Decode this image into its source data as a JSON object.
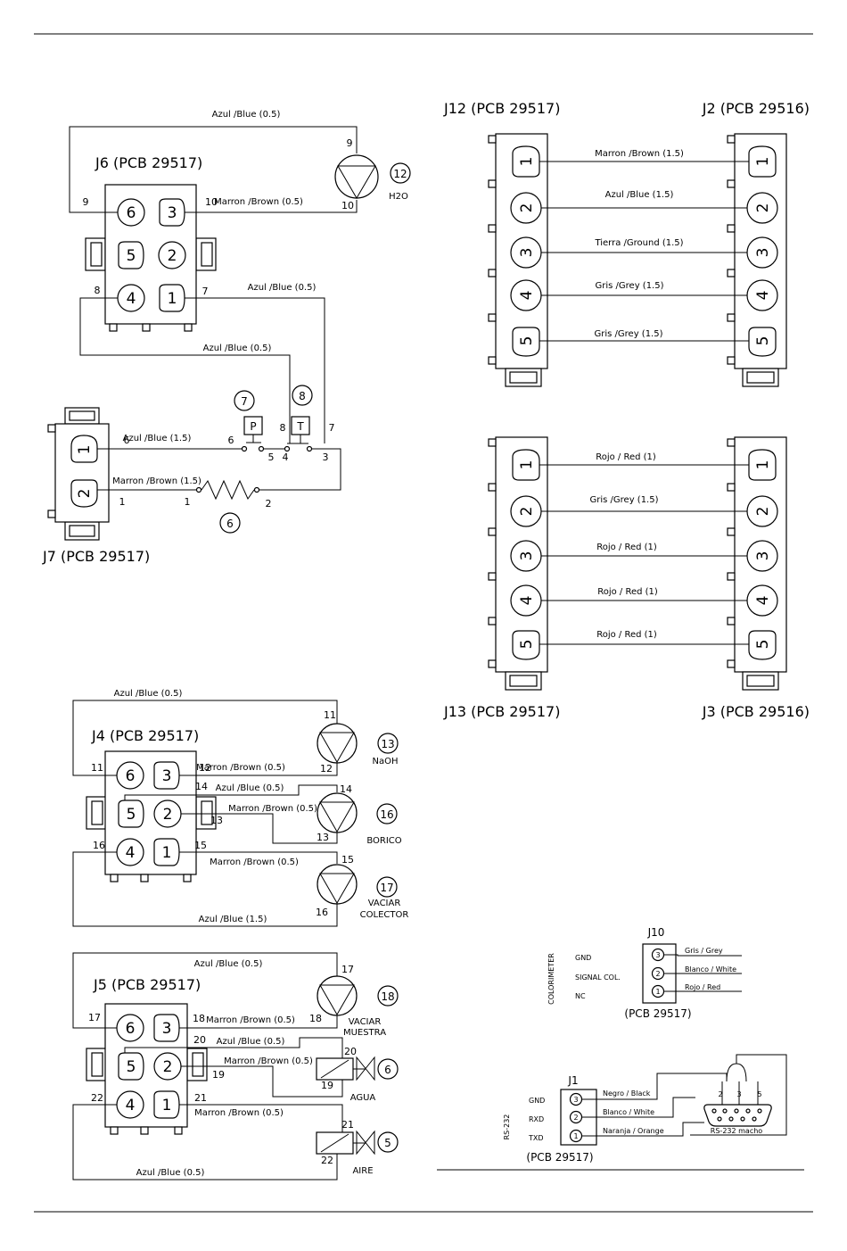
{
  "j6": {
    "title": "J6 (PCB 29517)",
    "pins": [
      "6",
      "3",
      "5",
      "2",
      "4",
      "1"
    ],
    "w_top": "Azul /Blue (0.5)",
    "w_brown": "Marron /Brown (0.5)",
    "w_blue7": "Azul /Blue (0.5)",
    "w_blue8": "Azul /Blue (0.5)",
    "n9a": "9",
    "n9b": "9",
    "n10a": "10",
    "n10b": "10",
    "n8": "8",
    "n7": "7",
    "pump_ref": "12",
    "pump_name": "H2O"
  },
  "j7": {
    "title": "J7 (PCB 29517)",
    "pins": [
      "1",
      "2"
    ],
    "w_blue": "Azul /Blue (1.5)",
    "w_brown": "Marron /Brown (1.5)",
    "n6a": "6",
    "n6b": "6",
    "n1a": "1",
    "n1b": "1",
    "n2": "2",
    "n5": "5",
    "n4": "4",
    "n3": "3",
    "n8": "8",
    "n7": "7",
    "p_label": "P",
    "t_label": "T",
    "ref7": "7",
    "ref8": "8",
    "ref6": "6"
  },
  "j12": {
    "title": "J12 (PCB 29517)",
    "title_right": "J2 (PCB 29516)",
    "pins": [
      "1",
      "2",
      "3",
      "4",
      "5"
    ],
    "wires": [
      "Marron /Brown (1.5)",
      "Azul /Blue (1.5)",
      "Tierra /Ground (1.5)",
      "Gris /Grey (1.5)",
      "Gris /Grey (1.5)"
    ]
  },
  "j13": {
    "title": "J13 (PCB 29517)",
    "title_right": "J3 (PCB 29516)",
    "pins": [
      "1",
      "2",
      "3",
      "4",
      "5"
    ],
    "wires": [
      "Rojo / Red (1)",
      "Gris /Grey (1.5)",
      "Rojo / Red (1)",
      "Rojo / Red (1)",
      "Rojo / Red (1)"
    ]
  },
  "j4": {
    "title": "J4 (PCB 29517)",
    "pins": [
      "6",
      "3",
      "5",
      "2",
      "4",
      "1"
    ],
    "w_top": "Azul /Blue (0.5)",
    "w12": "Marron /Brown (0.5)",
    "w14": "Azul /Blue (0.5)",
    "w13": "Marron /Brown (0.5)",
    "w15": "Marron /Brown (0.5)",
    "w_bottom": "Azul /Blue (1.5)",
    "n11a": "11",
    "n11b": "11",
    "n12a": "12",
    "n12b": "12",
    "n14a": "14",
    "n14b": "14",
    "n13a": "13",
    "n13b": "13",
    "n16a": "16",
    "n16b": "16",
    "n15a": "15",
    "n15b": "15",
    "ref13": "13",
    "name13": "NaOH",
    "ref16": "16",
    "name16": "BORICO",
    "ref17": "17",
    "name17a": "VACIAR",
    "name17b": "COLECTOR"
  },
  "j5": {
    "title": "J5 (PCB 29517)",
    "pins": [
      "6",
      "3",
      "5",
      "2",
      "4",
      "1"
    ],
    "w_top": "Azul /Blue (0.5)",
    "w18": "Marron /Brown (0.5)",
    "w20": "Azul /Blue (0.5)",
    "w19": "Marron /Brown (0.5)",
    "w21": "Marron /Brown (0.5)",
    "w_bottom": "Azul /Blue (0.5)",
    "n17a": "17",
    "n17b": "17",
    "n18a": "18",
    "n18b": "18",
    "n20a": "20",
    "n20b": "20",
    "n19a": "19",
    "n19b": "19",
    "n22a": "22",
    "n22b": "22",
    "n21a": "21",
    "n21b": "21",
    "ref18": "18",
    "name18a": "VACIAR",
    "name18b": "MUESTRA",
    "ref6": "6",
    "name6": "AGUA",
    "ref5": "5",
    "name5": "AIRE"
  },
  "j10": {
    "title": "J10",
    "sub": "(PCB 29517)",
    "side": "COLORIMETER",
    "signals": [
      "GND",
      "SIGNAL COL.",
      "NC"
    ],
    "pins": [
      "3",
      "2",
      "1"
    ],
    "wires": [
      "Gris / Grey",
      "Blanco / White",
      "Rojo / Red"
    ]
  },
  "j1": {
    "title": "J1",
    "sub": "(PCB 29517)",
    "side": "RS-232",
    "signals": [
      "GND",
      "RXD",
      "TXD"
    ],
    "pins": [
      "3",
      "2",
      "1"
    ],
    "wires": [
      "Negro / Black",
      "Blanco / White",
      "Naranja / Orange"
    ],
    "db_pins": [
      "2",
      "3",
      "5"
    ],
    "db_label": "RS-232 macho"
  }
}
